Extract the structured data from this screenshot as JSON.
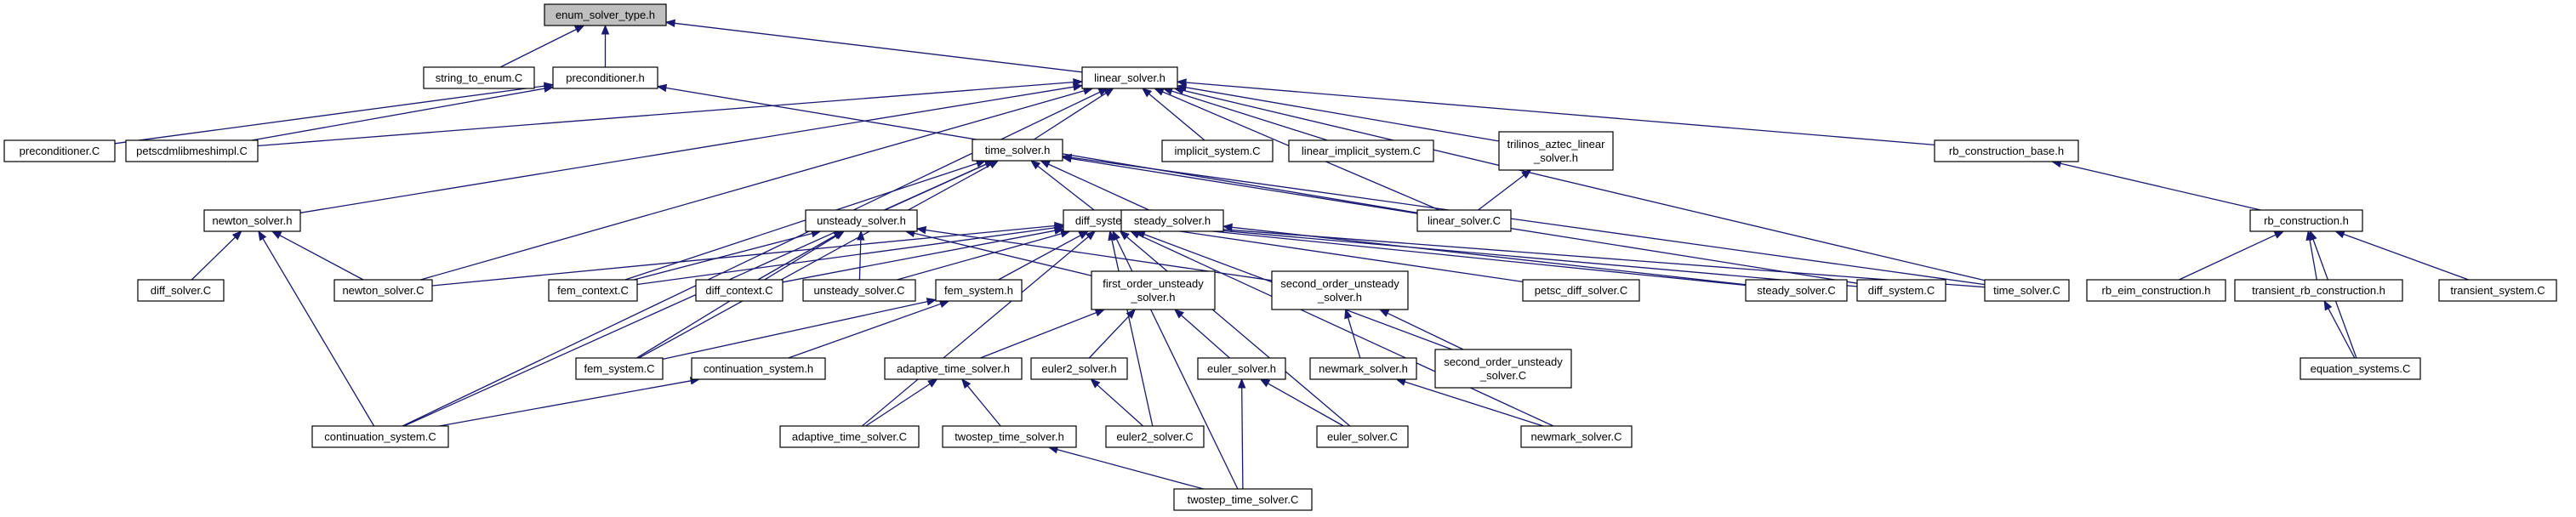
{
  "diagram": {
    "root": "enum_solver_type.h",
    "nodes": [
      {
        "id": "enum_solver_type",
        "label": [
          "enum_solver_type.h"
        ]
      },
      {
        "id": "string_to_enum",
        "label": [
          "string_to_enum.C"
        ]
      },
      {
        "id": "preconditioner_h",
        "label": [
          "preconditioner.h"
        ]
      },
      {
        "id": "linear_solver_h",
        "label": [
          "linear_solver.h"
        ]
      },
      {
        "id": "preconditioner_c",
        "label": [
          "preconditioner.C"
        ]
      },
      {
        "id": "petscdmlibmeshimpl",
        "label": [
          "petscdmlibmeshimpl.C"
        ]
      },
      {
        "id": "time_solver_h",
        "label": [
          "time_solver.h"
        ]
      },
      {
        "id": "implicit_system_c",
        "label": [
          "implicit_system.C"
        ]
      },
      {
        "id": "linear_implicit_system_c",
        "label": [
          "linear_implicit_system.C"
        ]
      },
      {
        "id": "trilinos_aztec",
        "label": [
          "trilinos_aztec_linear",
          "_solver.h"
        ]
      },
      {
        "id": "rb_construction_base",
        "label": [
          "rb_construction_base.h"
        ]
      },
      {
        "id": "newton_solver_h",
        "label": [
          "newton_solver.h"
        ]
      },
      {
        "id": "unsteady_solver_h",
        "label": [
          "unsteady_solver.h"
        ]
      },
      {
        "id": "diff_system_h",
        "label": [
          "diff_system.h"
        ]
      },
      {
        "id": "steady_solver_h",
        "label": [
          "steady_solver.h"
        ]
      },
      {
        "id": "linear_solver_c",
        "label": [
          "linear_solver.C"
        ]
      },
      {
        "id": "rb_construction_h",
        "label": [
          "rb_construction.h"
        ]
      },
      {
        "id": "diff_solver_c",
        "label": [
          "diff_solver.C"
        ]
      },
      {
        "id": "newton_solver_c",
        "label": [
          "newton_solver.C"
        ]
      },
      {
        "id": "fem_context_c",
        "label": [
          "fem_context.C"
        ]
      },
      {
        "id": "diff_context_c",
        "label": [
          "diff_context.C"
        ]
      },
      {
        "id": "unsteady_solver_c",
        "label": [
          "unsteady_solver.C"
        ]
      },
      {
        "id": "fem_system_h",
        "label": [
          "fem_system.h"
        ]
      },
      {
        "id": "first_order_unsteady",
        "label": [
          "first_order_unsteady",
          "_solver.h"
        ]
      },
      {
        "id": "second_order_unsteady_h",
        "label": [
          "second_order_unsteady",
          "_solver.h"
        ]
      },
      {
        "id": "petsc_diff_solver_c",
        "label": [
          "petsc_diff_solver.C"
        ]
      },
      {
        "id": "steady_solver_c",
        "label": [
          "steady_solver.C"
        ]
      },
      {
        "id": "diff_system_c",
        "label": [
          "diff_system.C"
        ]
      },
      {
        "id": "time_solver_c",
        "label": [
          "time_solver.C"
        ]
      },
      {
        "id": "rb_eim_construction",
        "label": [
          "rb_eim_construction.h"
        ]
      },
      {
        "id": "transient_rb_construction",
        "label": [
          "transient_rb_construction.h"
        ]
      },
      {
        "id": "transient_system_c",
        "label": [
          "transient_system.C"
        ]
      },
      {
        "id": "fem_system_c",
        "label": [
          "fem_system.C"
        ]
      },
      {
        "id": "continuation_system_h",
        "label": [
          "continuation_system.h"
        ]
      },
      {
        "id": "adaptive_time_solver_h",
        "label": [
          "adaptive_time_solver.h"
        ]
      },
      {
        "id": "euler2_solver_h",
        "label": [
          "euler2_solver.h"
        ]
      },
      {
        "id": "euler_solver_h",
        "label": [
          "euler_solver.h"
        ]
      },
      {
        "id": "newmark_solver_h",
        "label": [
          "newmark_solver.h"
        ]
      },
      {
        "id": "second_order_unsteady_c",
        "label": [
          "second_order_unsteady",
          "_solver.C"
        ]
      },
      {
        "id": "equation_systems_c",
        "label": [
          "equation_systems.C"
        ]
      },
      {
        "id": "continuation_system_c",
        "label": [
          "continuation_system.C"
        ]
      },
      {
        "id": "adaptive_time_solver_c",
        "label": [
          "adaptive_time_solver.C"
        ]
      },
      {
        "id": "twostep_time_solver_h",
        "label": [
          "twostep_time_solver.h"
        ]
      },
      {
        "id": "euler2_solver_c",
        "label": [
          "euler2_solver.C"
        ]
      },
      {
        "id": "euler_solver_c",
        "label": [
          "euler_solver.C"
        ]
      },
      {
        "id": "newmark_solver_c",
        "label": [
          "newmark_solver.C"
        ]
      },
      {
        "id": "twostep_time_solver_c",
        "label": [
          "twostep_time_solver.C"
        ]
      }
    ],
    "edges": [
      [
        "string_to_enum",
        "enum_solver_type"
      ],
      [
        "preconditioner_h",
        "enum_solver_type"
      ],
      [
        "linear_solver_h",
        "enum_solver_type"
      ],
      [
        "preconditioner_c",
        "preconditioner_h"
      ],
      [
        "petscdmlibmeshimpl",
        "preconditioner_h"
      ],
      [
        "linear_solver_c",
        "preconditioner_h"
      ],
      [
        "petscdmlibmeshimpl",
        "linear_solver_h"
      ],
      [
        "time_solver_h",
        "linear_solver_h"
      ],
      [
        "implicit_system_c",
        "linear_solver_h"
      ],
      [
        "linear_implicit_system_c",
        "linear_solver_h"
      ],
      [
        "trilinos_aztec",
        "linear_solver_h"
      ],
      [
        "rb_construction_base",
        "linear_solver_h"
      ],
      [
        "newton_solver_h",
        "linear_solver_h"
      ],
      [
        "newton_solver_c",
        "linear_solver_h"
      ],
      [
        "continuation_system_c",
        "linear_solver_h"
      ],
      [
        "linear_solver_c",
        "linear_solver_h"
      ],
      [
        "time_solver_c",
        "linear_solver_h"
      ],
      [
        "linear_solver_c",
        "trilinos_aztec"
      ],
      [
        "rb_construction_h",
        "rb_construction_base"
      ],
      [
        "unsteady_solver_h",
        "time_solver_h"
      ],
      [
        "diff_system_h",
        "time_solver_h"
      ],
      [
        "steady_solver_h",
        "time_solver_h"
      ],
      [
        "fem_context_c",
        "time_solver_h"
      ],
      [
        "fem_system_c",
        "time_solver_h"
      ],
      [
        "continuation_system_c",
        "time_solver_h"
      ],
      [
        "time_solver_c",
        "time_solver_h"
      ],
      [
        "diff_system_c",
        "time_solver_h"
      ],
      [
        "diff_solver_c",
        "newton_solver_h"
      ],
      [
        "newton_solver_c",
        "newton_solver_h"
      ],
      [
        "continuation_system_c",
        "newton_solver_h"
      ],
      [
        "first_order_unsteady",
        "unsteady_solver_h"
      ],
      [
        "second_order_unsteady_h",
        "unsteady_solver_h"
      ],
      [
        "unsteady_solver_c",
        "unsteady_solver_h"
      ],
      [
        "diff_context_c",
        "unsteady_solver_h"
      ],
      [
        "fem_context_c",
        "unsteady_solver_h"
      ],
      [
        "fem_system_c",
        "unsteady_solver_h"
      ],
      [
        "fem_system_h",
        "diff_system_h"
      ],
      [
        "newton_solver_c",
        "diff_system_h"
      ],
      [
        "fem_context_c",
        "diff_system_h"
      ],
      [
        "diff_context_c",
        "diff_system_h"
      ],
      [
        "unsteady_solver_c",
        "diff_system_h"
      ],
      [
        "petsc_diff_solver_c",
        "diff_system_h"
      ],
      [
        "steady_solver_c",
        "diff_system_h"
      ],
      [
        "diff_system_c",
        "diff_system_h"
      ],
      [
        "time_solver_c",
        "diff_system_h"
      ],
      [
        "second_order_unsteady_c",
        "diff_system_h"
      ],
      [
        "newmark_solver_c",
        "diff_system_h"
      ],
      [
        "euler_solver_c",
        "diff_system_h"
      ],
      [
        "euler2_solver_c",
        "diff_system_h"
      ],
      [
        "adaptive_time_solver_c",
        "diff_system_h"
      ],
      [
        "twostep_time_solver_c",
        "diff_system_h"
      ],
      [
        "steady_solver_c",
        "steady_solver_h"
      ],
      [
        "rb_eim_construction",
        "rb_construction_h"
      ],
      [
        "transient_rb_construction",
        "rb_construction_h"
      ],
      [
        "transient_system_c",
        "rb_construction_h"
      ],
      [
        "equation_systems_c",
        "rb_construction_h"
      ],
      [
        "equation_systems_c",
        "transient_rb_construction"
      ],
      [
        "fem_system_c",
        "fem_system_h"
      ],
      [
        "continuation_system_h",
        "fem_system_h"
      ],
      [
        "continuation_system_c",
        "continuation_system_h"
      ],
      [
        "adaptive_time_solver_h",
        "first_order_unsteady"
      ],
      [
        "euler2_solver_h",
        "first_order_unsteady"
      ],
      [
        "euler_solver_h",
        "first_order_unsteady"
      ],
      [
        "newmark_solver_h",
        "second_order_unsteady_h"
      ],
      [
        "second_order_unsteady_c",
        "second_order_unsteady_h"
      ],
      [
        "adaptive_time_solver_c",
        "adaptive_time_solver_h"
      ],
      [
        "twostep_time_solver_h",
        "adaptive_time_solver_h"
      ],
      [
        "euler2_solver_c",
        "euler2_solver_h"
      ],
      [
        "euler_solver_c",
        "euler_solver_h"
      ],
      [
        "twostep_time_solver_c",
        "euler_solver_h"
      ],
      [
        "newmark_solver_c",
        "newmark_solver_h"
      ],
      [
        "twostep_time_solver_c",
        "twostep_time_solver_h"
      ]
    ]
  },
  "colors": {
    "edge": "#191970",
    "root_fill": "#bfbfbf",
    "node_fill": "#ffffff",
    "node_border": "#000000"
  }
}
